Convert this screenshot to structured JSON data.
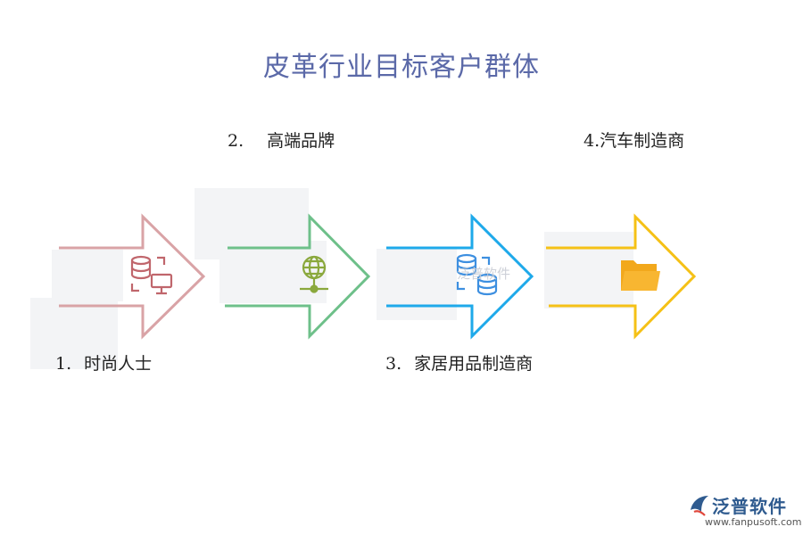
{
  "title": "皮革行业目标客户群体",
  "items": [
    {
      "num": "1.",
      "text": "时尚人士",
      "color": "#d9a3a6",
      "icon": "database-monitor-icon"
    },
    {
      "num": "2.",
      "text": "高端品牌",
      "color": "#6ec08a",
      "icon": "globe-network-icon"
    },
    {
      "num": "3.",
      "text": "家居用品制造商",
      "color": "#1ea9ea",
      "icon": "database-sync-icon"
    },
    {
      "num": "4.",
      "text": "汽车制造商",
      "color": "#f5c116",
      "icon": "folder-icon"
    }
  ],
  "watermark": "泛普软件",
  "footer": {
    "brand": "泛普软件",
    "url": "www.fanpusoft.com",
    "color": "#2f5b8f"
  }
}
